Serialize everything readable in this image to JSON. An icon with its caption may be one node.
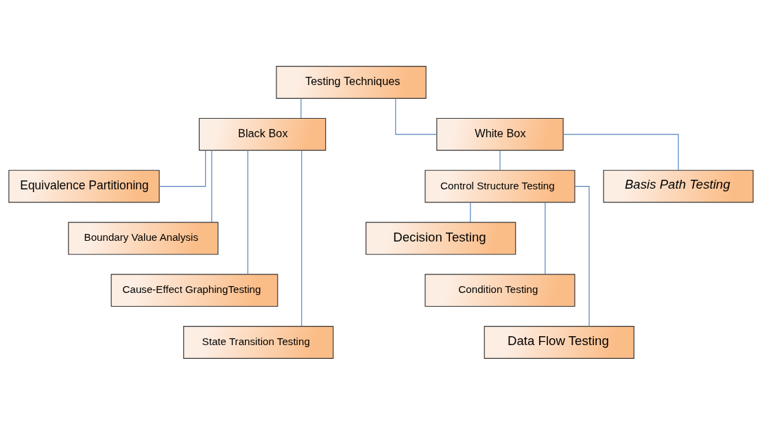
{
  "diagram": {
    "nodes": [
      {
        "text": [
          "Testing Techniques"
        ]
      },
      {
        "text": [
          "Black Box"
        ]
      },
      {
        "text": [
          "White Box"
        ]
      },
      {
        "text": [
          "Equivalence Partitioning"
        ]
      },
      {
        "text": [
          "Boundary Value Analysis"
        ]
      },
      {
        "text": [
          "Cause-Effect GraphingTesting"
        ]
      },
      {
        "text": [
          "State Transition Testing"
        ]
      },
      {
        "text": [
          "Control Structure Testing"
        ]
      },
      {
        "text": [
          "Basis Path Testing"
        ]
      },
      {
        "text": [
          "Decision Testing"
        ]
      },
      {
        "text": [
          "Condition Testing"
        ]
      },
      {
        "text": [
          "Data Flow Testing"
        ]
      }
    ],
    "edges": [
      {
        "from": 0,
        "to": 1,
        "arrow": "none"
      },
      {
        "from": 0,
        "to": 2,
        "arrow": "none"
      },
      {
        "from": 1,
        "to": 3,
        "arrow": "none"
      },
      {
        "from": 1,
        "to": 4,
        "arrow": "none"
      },
      {
        "from": 1,
        "to": 5,
        "arrow": "none"
      },
      {
        "from": 1,
        "to": 6,
        "arrow": "none"
      },
      {
        "from": 2,
        "to": 7,
        "arrow": "none"
      },
      {
        "from": 2,
        "to": 8,
        "arrow": "none"
      },
      {
        "from": 7,
        "to": 9,
        "arrow": "none"
      },
      {
        "from": 7,
        "to": 10,
        "arrow": "none"
      },
      {
        "from": 7,
        "to": 11,
        "arrow": "none"
      }
    ]
  }
}
